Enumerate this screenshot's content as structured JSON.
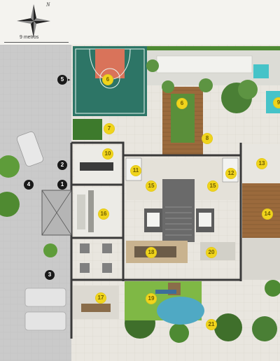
{
  "compass": {
    "north_label": "N"
  },
  "scale": {
    "label": "9 metros"
  },
  "markers": {
    "m1": "1",
    "m2": "2",
    "m3": "3",
    "m4": "4",
    "m5": "5",
    "m6a": "6",
    "m6b": "6",
    "m7": "7",
    "m8": "8",
    "m9": "9",
    "m10": "10",
    "m11": "11",
    "m12": "12",
    "m13": "13",
    "m14": "14",
    "m15a": "15",
    "m15b": "15",
    "m16": "16",
    "m17": "17",
    "m18": "18",
    "m19": "19",
    "m20": "20",
    "m21": "21"
  },
  "colors": {
    "court": "#2d7566",
    "court_key": "#d9735a",
    "wood": "#9b6a3c",
    "grass": "#7fb845",
    "street": "#c9c9c9",
    "paving": "#e6e3dc",
    "marker_yellow": "#f0d41c",
    "marker_dark": "#1a1a1a",
    "pool": "#46c3c8",
    "plants": "#3d7a2c"
  }
}
